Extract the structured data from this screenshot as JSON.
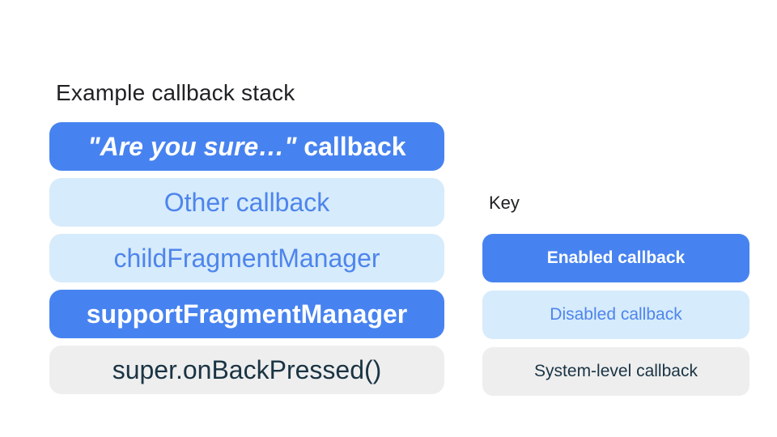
{
  "stack": {
    "title": "Example callback stack",
    "items": [
      {
        "type": "enabled",
        "label_italic": "\"Are you sure…\"",
        "label_rest": " callback"
      },
      {
        "type": "disabled",
        "label": "Other callback"
      },
      {
        "type": "disabled",
        "label": "childFragmentManager"
      },
      {
        "type": "enabled",
        "label": "supportFragmentManager"
      },
      {
        "type": "system",
        "label": "super.onBackPressed()"
      }
    ]
  },
  "key": {
    "title": "Key",
    "items": [
      {
        "type": "enabled",
        "label": "Enabled callback"
      },
      {
        "type": "disabled",
        "label": "Disabled callback"
      },
      {
        "type": "system",
        "label": "System-level callback"
      }
    ]
  },
  "colors": {
    "enabled_fill": "#4783f0",
    "enabled_text": "#ffffff",
    "disabled_fill": "#d6ebfb",
    "disabled_text": "#4e85ec",
    "system_fill": "#eeeeee",
    "system_text": "#1a3444",
    "heading_text": "#202124",
    "background": "#ffffff"
  }
}
